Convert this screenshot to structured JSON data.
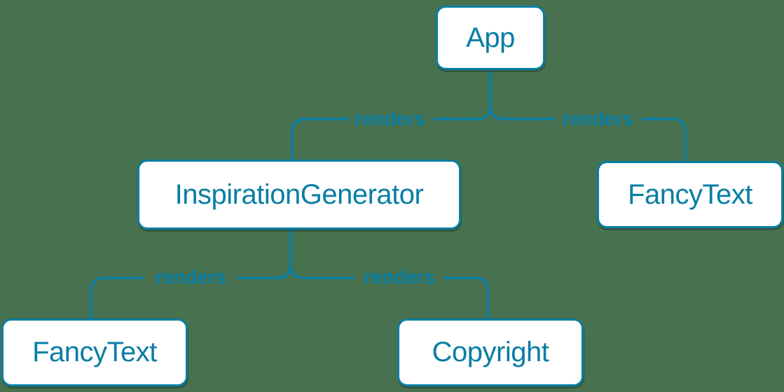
{
  "diagram": {
    "type": "component-render-tree",
    "background_color": "#47714F",
    "accent_color": "#087EA4",
    "node_fill_color": "#FFFFFF",
    "nodes": [
      {
        "id": "app",
        "label": "App"
      },
      {
        "id": "inspiration-generator",
        "label": "InspirationGenerator"
      },
      {
        "id": "fancy-text-top",
        "label": "FancyText"
      },
      {
        "id": "fancy-text-bottom",
        "label": "FancyText"
      },
      {
        "id": "copyright",
        "label": "Copyright"
      }
    ],
    "edges": [
      {
        "from": "App",
        "to": "InspirationGenerator",
        "label": "renders"
      },
      {
        "from": "App",
        "to": "FancyText",
        "label": "renders"
      },
      {
        "from": "InspirationGenerator",
        "to": "FancyText",
        "label": "renders"
      },
      {
        "from": "InspirationGenerator",
        "to": "Copyright",
        "label": "renders"
      }
    ]
  }
}
